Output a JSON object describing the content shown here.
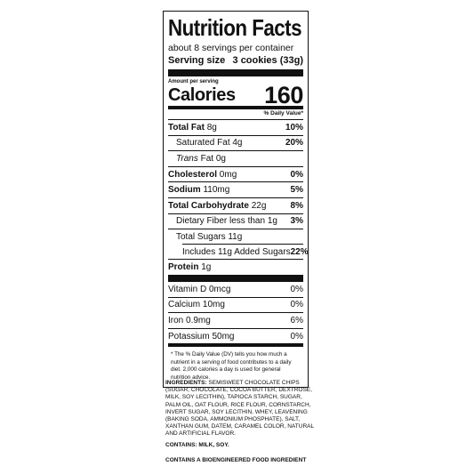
{
  "label": {
    "title": "Nutrition Facts",
    "servings_per_container": "about 8 servings per container",
    "serving_size_label": "Serving size",
    "serving_size_value": "3 cookies (33g)",
    "amount_per_serving": "Amount per serving",
    "calories_label": "Calories",
    "calories_value": "160",
    "daily_value_header": "% Daily Value*",
    "nutrients": [
      {
        "name": "Total Fat",
        "amount": "8g",
        "dv": "10%"
      },
      {
        "name": "Saturated Fat",
        "amount": "4g",
        "dv": "20%"
      },
      {
        "name": "Trans",
        "amount": "Fat 0g",
        "dv": ""
      },
      {
        "name": "Cholesterol",
        "amount": "0mg",
        "dv": "0%"
      },
      {
        "name": "Sodium",
        "amount": "110mg",
        "dv": "5%"
      },
      {
        "name": "Total Carbohydrate",
        "amount": "22g",
        "dv": "8%"
      },
      {
        "name": "Dietary Fiber less than 1g",
        "amount": "",
        "dv": "3%"
      },
      {
        "name": "Total Sugars 11g",
        "amount": "",
        "dv": ""
      },
      {
        "name": "Includes 11g Added Sugars",
        "amount": "",
        "dv": "22%"
      },
      {
        "name": "Protein",
        "amount": "1g",
        "dv": ""
      }
    ],
    "vitamins": [
      {
        "name": "Vitamin D 0mcg",
        "dv": "0%"
      },
      {
        "name": "Calcium 10mg",
        "dv": "0%"
      },
      {
        "name": "Iron 0.9mg",
        "dv": "6%"
      },
      {
        "name": "Potassium 50mg",
        "dv": "0%"
      }
    ],
    "footnote": "* The % Daily Value (DV) tells you how much a nutrient in a serving of food contributes to a daily diet. 2,000 calories a day is used for general nutrition advice."
  },
  "ingredients": {
    "heading": "INGREDIENTS:",
    "text": "SEMISWEET CHOCOLATE CHIPS (SUGAR, CHOCOLATE, COCOA BUTTER, DEXTROSE, MILK, SOY LECITHIN), TAPIOCA STARCH, SUGAR, PALM OIL, OAT FLOUR, RICE FLOUR, CORNSTARCH, INVERT SUGAR, SOY LECITHIN, WHEY, LEAVENING (BAKING SODA, AMMONIUM PHOSPHATE), SALT, XANTHAN GUM, DATEM, CARAMEL COLOR, NATURAL AND ARTIFICIAL FLAVOR."
  },
  "contains": "CONTAINS: MILK, SOY.",
  "bioengineered": "CONTAINS A BIOENGINEERED FOOD INGREDIENT"
}
